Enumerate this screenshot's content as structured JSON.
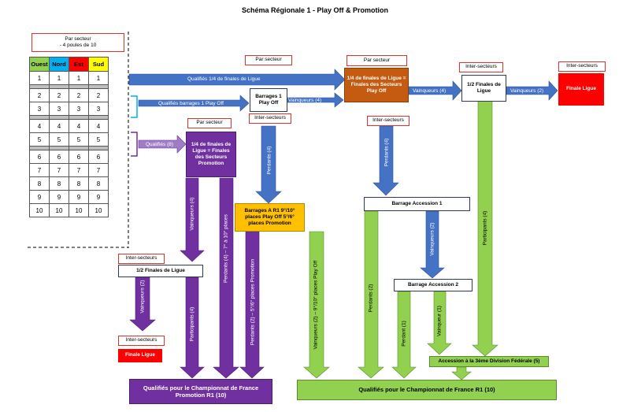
{
  "title": "Schéma Régionale 1 - Play Off & Promotion",
  "grid": {
    "header_line1": "Par secteur",
    "header_line2": "- 4 poules de 10",
    "columns": [
      {
        "name": "Ouest",
        "color": "#92d050"
      },
      {
        "name": "Nord",
        "color": "#00b0f0"
      },
      {
        "name": "Est",
        "color": "#ff0000"
      },
      {
        "name": "Sud",
        "color": "#ffff00"
      }
    ],
    "rows": [
      "1",
      "2",
      "3",
      "4",
      "5",
      "6",
      "7",
      "8",
      "9",
      "10"
    ]
  },
  "tags": {
    "par_secteur_1": "Par secteur",
    "par_secteur_2": "Par secteur",
    "par_secteur_3": "Par secteur",
    "inter_secteurs_1": "Inter-secteurs",
    "inter_secteurs_2": "Inter-secteurs",
    "inter_secteurs_3": "Inter-secteurs",
    "inter_secteurs_4": "Inter-secteurs",
    "inter_secteurs_5": "Inter-secteurs",
    "inter_secteurs_6": "Inter-secteurs"
  },
  "boxes": {
    "quart_ligue": "1/4 de finales de Ligue = Finales des Secteurs Play Off",
    "demi_ligue": "1/2 Finales de Ligue",
    "finale_ligue": "Finale Ligue",
    "barrages1": "Barrages 1 Play Off",
    "quart_promo": "1/4 de finales de Ligue = Finales des Secteurs Promotion",
    "barrages_a": "Barrages A R1 9°/10° places Play Off 5°/6° places Promotion",
    "barrage_acc1": "Barrage Accession 1",
    "barrage_acc2": "Barrage Accession 2",
    "demi_promo": "1/2 Finales de Ligue",
    "finale_promo": "Finale Ligue",
    "accession_3": "Accession à la 3ème Division Fédérale (5)",
    "qualif_france": "Qualifiés pour le Championnat de France R1 (10)",
    "qualif_promo": "Qualifiés pour le Championnat de France Promotion R1 (10)"
  },
  "arrow_labels": {
    "qualifies_quart": "Qualifiés 1/4 de finales de Ligue",
    "qualifies_barrages": "Qualifiés barrages 1 Play Off",
    "qualifies_8": "Qualifiés (8)",
    "vainqueurs_4_a": "Vainqueurs (4)",
    "vainqueurs_4_b": "Vainqueurs (4)",
    "vainqueurs_2": "Vainqueurs (2)",
    "perdants_4_barrages": "Perdants (4)",
    "perdants_4_quart": "Perdants (4)",
    "participants_4_right": "Participants (4)",
    "vainqueurs_2_acc": "Vainqueurs (2)",
    "vainqueurs_4_promo": "Vainqueurs (4)",
    "perdants_7_10": "Perdants (4) – 7° à 10° places",
    "perdants_5_6": "Perdants (2) – 5°/6° places Promotion",
    "vainqueurs_9_10": "Vainqueurs (2) – 9°/10° places Play Off",
    "perdants_2": "Perdants (2)",
    "perdant_1": "Perdant (1)",
    "vainqueur_1": "Vainqueur (1)",
    "vainqueurs_2_promo": "Vainqueurs (2)",
    "participants_4_promo": "Participants (4)"
  },
  "colors": {
    "blue_arrow": "#4472c4",
    "purple": "#7030a0",
    "green": "#92d050",
    "orange": "#c55a11",
    "amber": "#ffc000",
    "red": "#ff0000",
    "cyan_bracket": "#00b0f0"
  }
}
